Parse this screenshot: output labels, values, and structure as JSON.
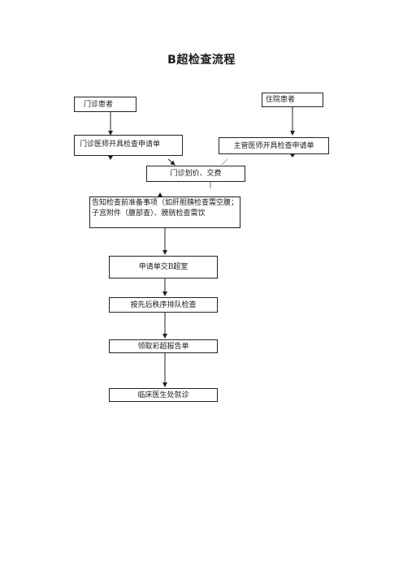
{
  "title": "B超检查流程",
  "nodes": {
    "outpatient": "门诊患者",
    "inpatient": "住院患者",
    "outpatient_order": "门诊医师开具检查申请单",
    "attending_order": "主管医师开具检查申请单",
    "pricing_payment": "门诊划价、交费",
    "preparation_notice": "告知检查前准备事项（如肝胆胰检查需空腹；子宫附件（腹部查）、膀胱检查需饮",
    "submit_form": "申请单交B超室",
    "queue": "按先后秩序排队检查",
    "report": "领取彩超报告单",
    "clinic": "临床医生处就诊"
  }
}
